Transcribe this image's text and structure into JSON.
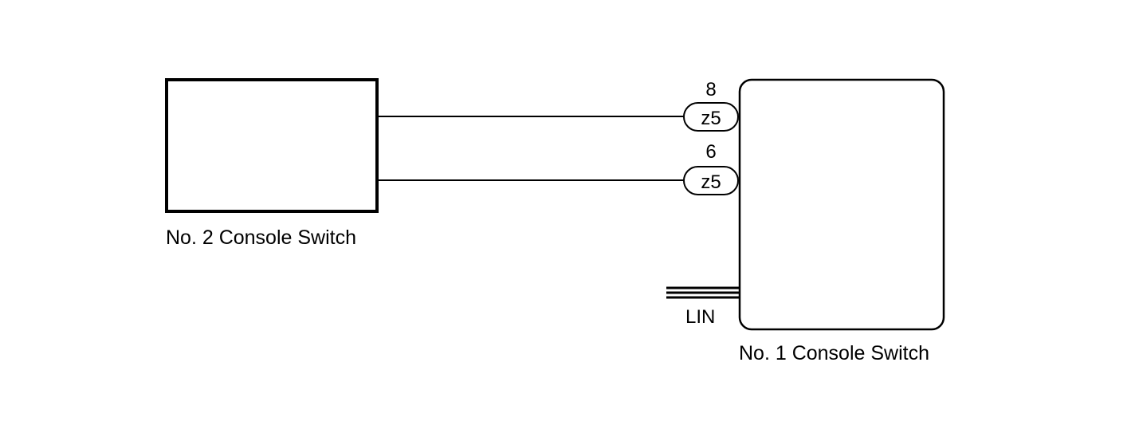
{
  "components": {
    "no2": {
      "label": "No. 2 Console Switch"
    },
    "no1": {
      "label": "No. 1 Console Switch"
    }
  },
  "connections": [
    {
      "pin": "8",
      "connector": "z5"
    },
    {
      "pin": "6",
      "connector": "z5"
    }
  ],
  "bus": {
    "label": "LIN"
  },
  "colors": {
    "line": "#000000",
    "background": "#ffffff"
  }
}
